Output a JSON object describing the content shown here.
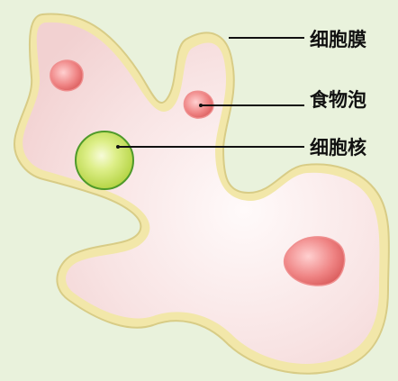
{
  "labels": {
    "membrane": "细胞膜",
    "vacuole": "食物泡",
    "nucleus": "细胞核"
  },
  "colors": {
    "background": "#e9f2dc",
    "membrane_outer": "#f2e7a9",
    "membrane_edge": "#d8cc86",
    "cytoplasm": "#f6d9d9",
    "cytoplasm_center": "#fff7f7",
    "vacuole": "#e96b6b",
    "vacuole_center": "#ffd0d0",
    "nucleus": "#b8d64a",
    "nucleus_center": "#f6fbd8",
    "nucleus_edge": "#4f9a2a",
    "leader_line": "#111111"
  }
}
